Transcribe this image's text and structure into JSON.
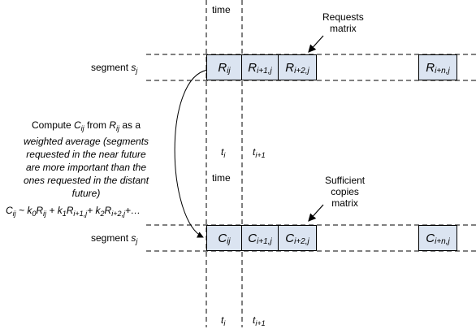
{
  "top": {
    "time_label": "time",
    "segment_label": "segment",
    "segment_var": "s",
    "segment_sub": "j",
    "matrix_label": "Requests\nmatrix",
    "cells": [
      {
        "base": "R",
        "sub": "ij"
      },
      {
        "base": "R",
        "sub": "i+1,j"
      },
      {
        "base": "R",
        "sub": "i+2,j"
      },
      {
        "base": "R",
        "sub": "i+n,j"
      }
    ],
    "tick_i": {
      "base": "t",
      "sub": "i"
    },
    "tick_i1": {
      "base": "t",
      "sub": "i+1"
    }
  },
  "bottom": {
    "time_label": "time",
    "segment_label": "segment",
    "segment_var": "s",
    "segment_sub": "j",
    "matrix_label": "Sufficient\ncopies\nmatrix",
    "cells": [
      {
        "base": "C",
        "sub": "ij"
      },
      {
        "base": "C",
        "sub": "i+1,j"
      },
      {
        "base": "C",
        "sub": "i+2,j"
      },
      {
        "base": "C",
        "sub": "i+n,j"
      }
    ],
    "tick_i": {
      "base": "t",
      "sub": "i"
    },
    "tick_i1": {
      "base": "t",
      "sub": "i+1"
    }
  },
  "note": {
    "line1_prefix": "Compute ",
    "line1_c": "C",
    "line1_c_sub": "ij",
    "line1_mid": " from ",
    "line1_r": "R",
    "line1_r_sub": "ij",
    "line1_suffix": " as a",
    "rest": "weighted average (segments\nrequested in the near future\nare more important than the\nones requested in the distant\nfuture)",
    "formula": "C_ij ~ k0R_ij + k1R_i+1,j + k2R_i+2,j+…",
    "formula_parts": [
      {
        "b": "C",
        "s": "ij"
      },
      {
        "t": " ~ "
      },
      {
        "b": "k",
        "s": "0"
      },
      {
        "b": "R",
        "s": "ij"
      },
      {
        "t": " + "
      },
      {
        "b": "k",
        "s": "1"
      },
      {
        "b": "R",
        "s": "i+1,j"
      },
      {
        "t": "+ "
      },
      {
        "b": "k",
        "s": "2"
      },
      {
        "b": "R",
        "s": "i+2,j"
      },
      {
        "t": "+…"
      }
    ]
  }
}
